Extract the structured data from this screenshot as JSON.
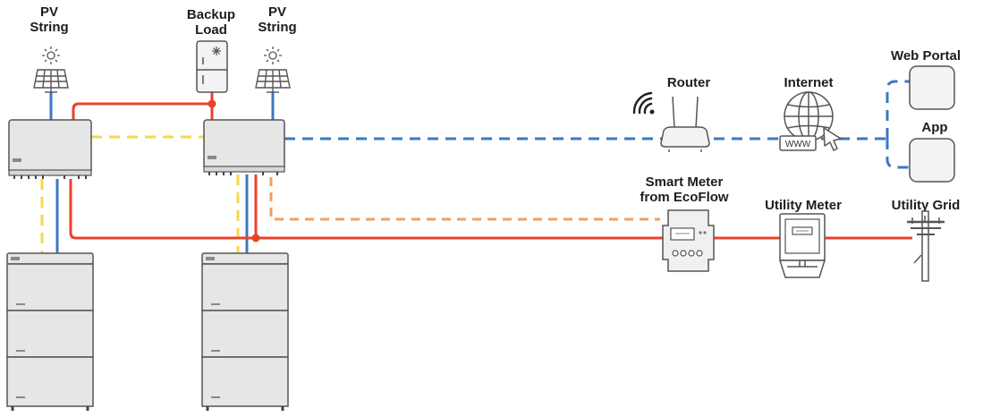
{
  "labels": {
    "pv_string_1": [
      "PV",
      "String"
    ],
    "pv_string_2": [
      "PV",
      "String"
    ],
    "backup_load": [
      "Backup",
      "Load"
    ],
    "router": "Router",
    "internet": "Internet",
    "web_portal": "Web Portal",
    "app": "App",
    "smart_meter": [
      "Smart Meter",
      "from EcoFlow"
    ],
    "utility_meter": "Utility Meter",
    "utility_grid": "Utility Grid",
    "www": "WWW"
  },
  "colors": {
    "ac_power": "#e8432a",
    "dc_power": "#3a78c2",
    "parallel_comm": "#f5d94a",
    "meter_comm": "#f0a060",
    "network": "#3a78c2",
    "device_outline": "#555555",
    "device_fill": "#e6e6e6"
  }
}
